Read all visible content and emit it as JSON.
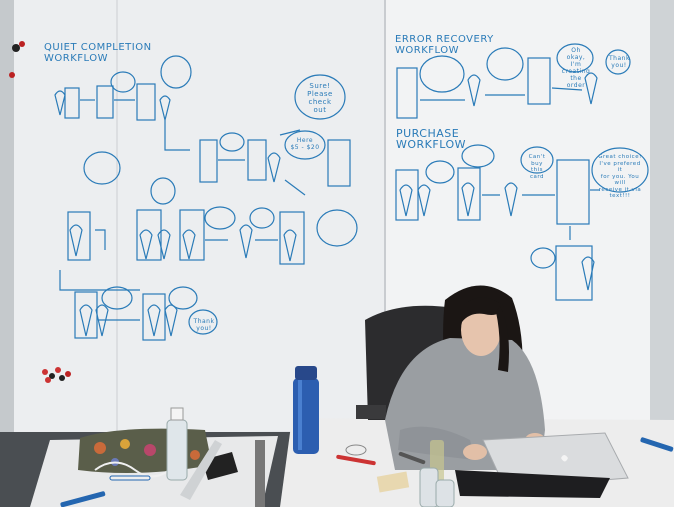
{
  "whiteboard": {
    "sections": [
      {
        "id": "quiet",
        "title": "QUIET COMPLETION\nWORKFLOW"
      },
      {
        "id": "error",
        "title": "ERROR RECOVERY\nWORKFLOW"
      },
      {
        "id": "purchase",
        "title": "PURCHASE\nWORKFLOW"
      }
    ],
    "speech_bubbles": [
      "Sure!\nPlease check\nout",
      "Great choice!\nI've prefered it\nfor you. You will\nreceive it via\ntext!!!",
      "Oh okay,\nI'm creating\nthe order",
      "Thank\nyou!",
      "Here\n$5 - $20",
      "Can't buy\nthis card",
      "Thank you!"
    ]
  },
  "colors": {
    "marker_blue": "#2a7bb8",
    "whiteboard": "#eef0f1",
    "sweater": "#9a9ea2",
    "laptop": "#d6d8da"
  }
}
